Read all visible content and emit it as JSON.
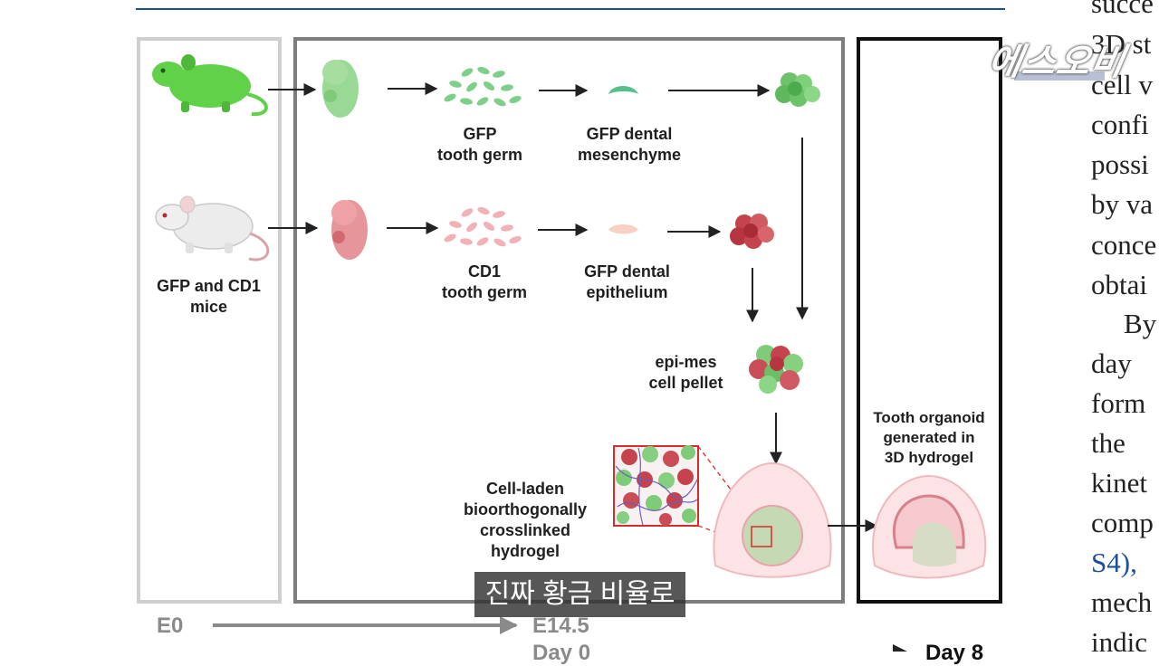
{
  "diagram": {
    "labels": {
      "mice": "GFP and CD1\nmice",
      "gfp_tooth_germ": "GFP\ntooth germ",
      "gfp_dental_mesenchyme": "GFP dental\nmesenchyme",
      "cd1_tooth_germ": "CD1\ntooth germ",
      "gfp_dental_epithelium": "GFP dental\nepithelium",
      "cell_pellet": "epi-mes\ncell pellet",
      "hydrogel": "Cell-laden\nbioorthogonally\ncrosslinked\nhydrogel",
      "organoid": "Tooth organoid\ngenerated in\n3D hydrogel"
    },
    "timeline": {
      "start": "E0",
      "middle": "E14.5",
      "middle_below": "Day 0",
      "end": "Day 8"
    }
  },
  "side_text": {
    "lines": [
      "succe",
      "3D st",
      "cell v",
      "confi",
      "possi",
      "by va",
      "conce",
      "obtai",
      "By",
      "day",
      "form",
      "the",
      "kinet",
      "comp",
      "S4),",
      "mech",
      "indic"
    ]
  },
  "caption": {
    "text": "진짜 황금 비율로"
  },
  "logo": {
    "text": "에스오비"
  },
  "colors": {
    "green": "#62c94a",
    "red": "#c9474f",
    "pink": "#f4c9cf",
    "accent_blue": "#1f4e8c"
  }
}
